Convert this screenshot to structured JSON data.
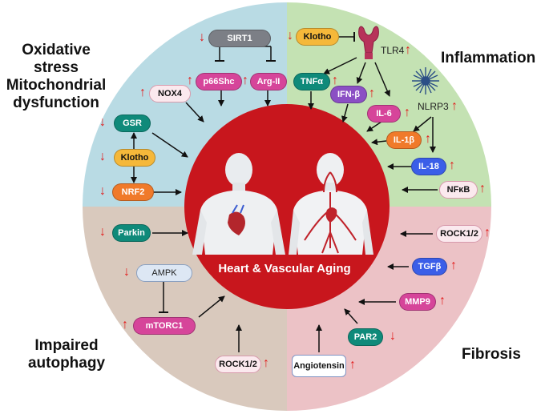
{
  "quadrants": {
    "top_left_title_lines": [
      "Oxidative",
      "stress",
      "Mitochondrial",
      "dysfunction"
    ],
    "top_right_title": "Inflammation",
    "bottom_left_title_lines": [
      "Impaired",
      "autophagy"
    ],
    "bottom_right_title": "Fibrosis"
  },
  "center": {
    "title": "Heart & Vascular Aging"
  },
  "nodes": {
    "sirt1": "SIRT1",
    "p66shc": "p66Shc",
    "arg2": "Arg-II",
    "nox4": "NOX4",
    "gsr": "GSR",
    "klotho_left": "Klotho",
    "nrf2": "NRF2",
    "klotho_right": "Klotho",
    "tlr4": "TLR4",
    "tnfa": "TNFα",
    "ifnb": "IFN-β",
    "il6": "IL-6",
    "nlrp3": "NLRP3",
    "il1b": "IL-1β",
    "il18": "IL-18",
    "nfkb": "NFκB",
    "parkin": "Parkin",
    "ampk": "AMPK",
    "mtorc1": "mTORC1",
    "rock_left": "ROCK1/2",
    "angiotensin": "Angiotensin",
    "par2": "PAR2",
    "mmp9": "MMP9",
    "tgfb": "TGFβ",
    "rock_right": "ROCK1/2"
  },
  "arrows": {
    "up": "↑",
    "down": "↓"
  },
  "colors": {
    "q_top_left": "#b9dbe4",
    "q_top_right": "#c4e2b3",
    "q_bottom_left": "#d9c9bd",
    "q_bottom_right": "#ecc2c6",
    "center_fill": "#c8161d",
    "arrow_red": "#e21b1b"
  }
}
